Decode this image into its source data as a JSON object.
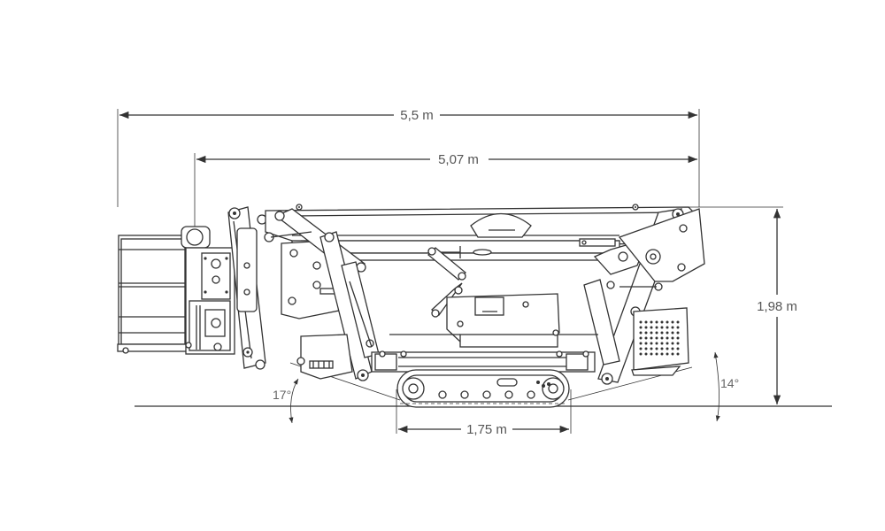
{
  "dimensions": {
    "overall_length": "5,5 m",
    "body_length": "5,07 m",
    "height": "1,98 m",
    "track_width": "1,75 m"
  },
  "angles": {
    "front": "17°",
    "rear": "14°"
  },
  "colors": {
    "line": "#333333",
    "dimension_text": "#555555",
    "background": "#ffffff"
  }
}
